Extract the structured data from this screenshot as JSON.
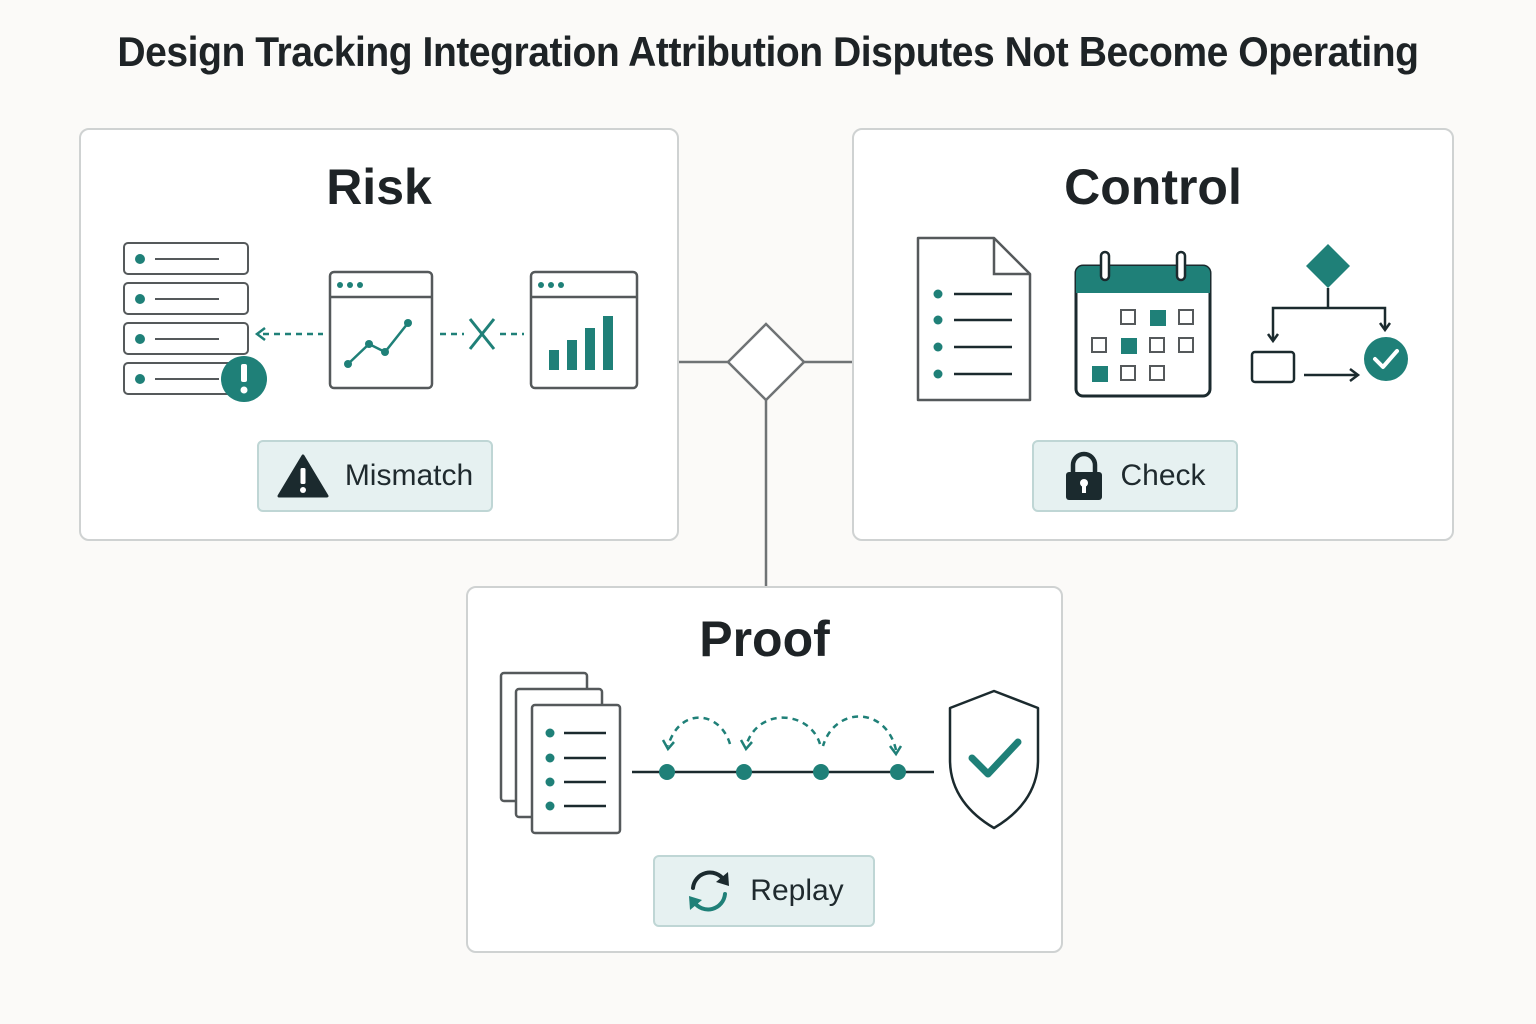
{
  "title": "Design Tracking Integration Attribution Disputes Not Become Operating",
  "colors": {
    "accent": "#1f8078",
    "dark": "#1b2a2e",
    "border": "#cfd2d2",
    "badge_bg": "#e6f1f1"
  },
  "panels": {
    "risk": {
      "title": "Risk",
      "badge": {
        "label": "Mismatch",
        "icon": "warning-icon"
      },
      "icons": [
        "server-stack-alert-icon",
        "line-chart-window-icon",
        "broken-link-icon",
        "bar-chart-window-icon"
      ]
    },
    "control": {
      "title": "Control",
      "badge": {
        "label": "Check",
        "icon": "lock-icon"
      },
      "icons": [
        "checklist-document-icon",
        "calendar-icon",
        "workflow-approval-icon"
      ]
    },
    "proof": {
      "title": "Proof",
      "badge": {
        "label": "Replay",
        "icon": "refresh-icon"
      },
      "icons": [
        "document-stack-icon",
        "replay-timeline-icon",
        "shield-check-icon"
      ]
    }
  },
  "connector": {
    "icon": "decision-diamond-icon"
  }
}
